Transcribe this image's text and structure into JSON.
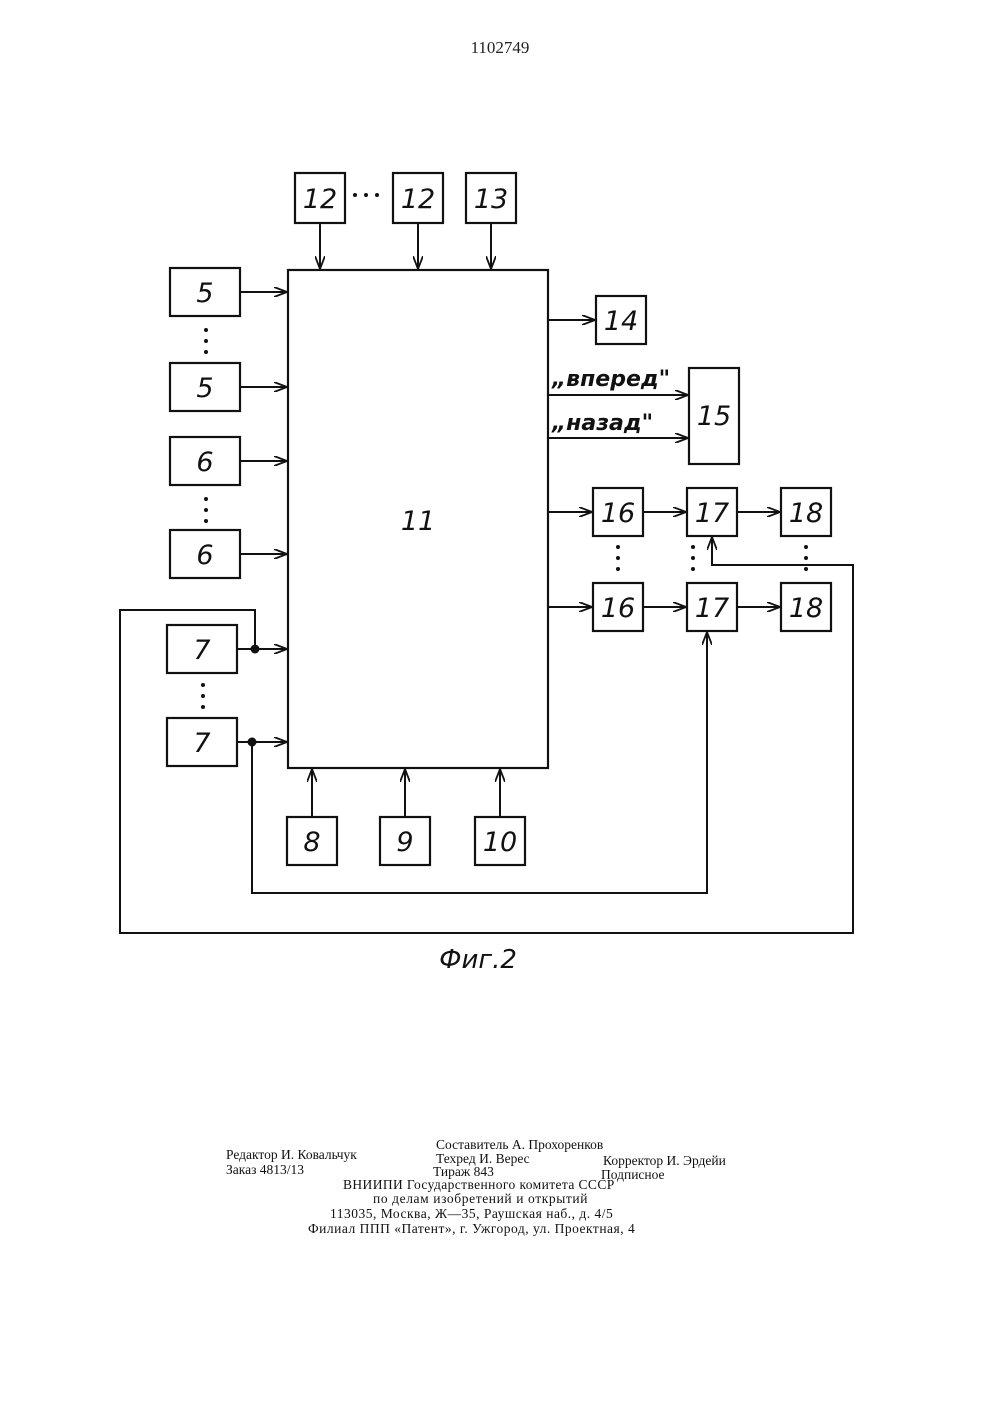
{
  "header": {
    "patent_number": "1102749"
  },
  "diagram": {
    "central_block": "11",
    "blocks": {
      "b12a": "12",
      "b12b": "12",
      "b13": "13",
      "b5a": "5",
      "b5b": "5",
      "b6a": "6",
      "b6b": "6",
      "b7a": "7",
      "b7b": "7",
      "b8": "8",
      "b9": "9",
      "b10": "10",
      "b14": "14",
      "b15": "15",
      "b16a": "16",
      "b16b": "16",
      "b17a": "17",
      "b17b": "17",
      "b18a": "18",
      "b18b": "18"
    },
    "signals": {
      "forward": "„вперед\"",
      "backward": "„назад\""
    },
    "caption": "Фиг.2"
  },
  "imprint": {
    "compiler": "Составитель А. Прохоренков",
    "editor": "Редактор И. Ковальчук",
    "techred": "Техред И. Верес",
    "corrector": "Корректор И. Эрдейи",
    "order": "Заказ 4813/13",
    "circulation": "Тираж 843",
    "subscription": "Подписное",
    "line1": "ВНИИПИ Государственного комитета СССР",
    "line2": "по делам изобретений и открытий",
    "line3": "113035, Москва, Ж—35, Раушская наб., д. 4/5",
    "line4": "Филиал ППП «Патент», г. Ужгород, ул. Проектная, 4"
  }
}
